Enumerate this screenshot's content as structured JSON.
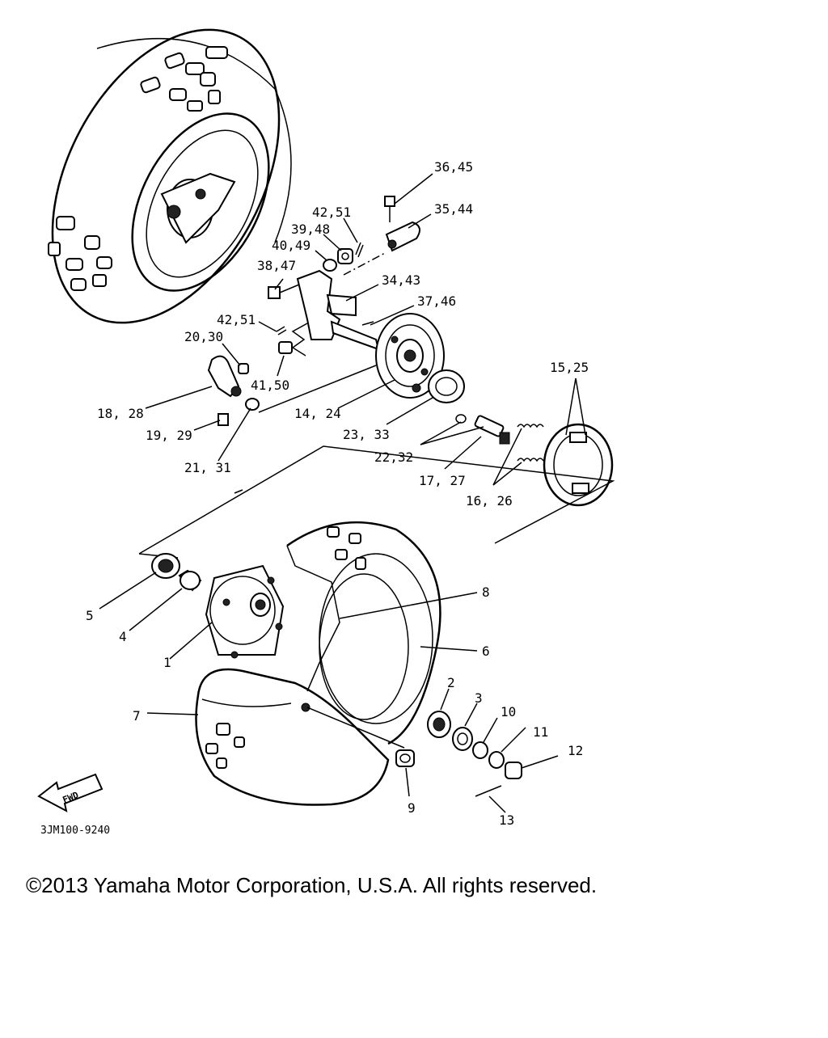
{
  "labels": {
    "l36_45": "36,45",
    "l35_44": "35,44",
    "l42_51a": "42,51",
    "l39_48": "39,48",
    "l40_49": "40,49",
    "l38_47": "38,47",
    "l34_43": "34,43",
    "l37_46": "37,46",
    "l42_51b": "42,51",
    "l20_30": "20,30",
    "l41_50": "41,50",
    "l15_25": "15,25",
    "l18_28": "18, 28",
    "l14_24": "14, 24",
    "l23_33": "23, 33",
    "l19_29": "19, 29",
    "l22_32": "22,32",
    "l17_27": "17, 27",
    "l21_31": "21, 31",
    "l16_26": "16, 26",
    "l5": "5",
    "l4": "4",
    "l1": "1",
    "l8": "8",
    "l6": "6",
    "l7": "7",
    "l2": "2",
    "l3": "3",
    "l10": "10",
    "l11": "11",
    "l12": "12",
    "l9": "9",
    "l13": "13"
  },
  "fwd": "FWD",
  "diagram_code": "3JM100-9240",
  "copyright": "©2013 Yamaha Motor Corporation, U.S.A. All rights reserved."
}
